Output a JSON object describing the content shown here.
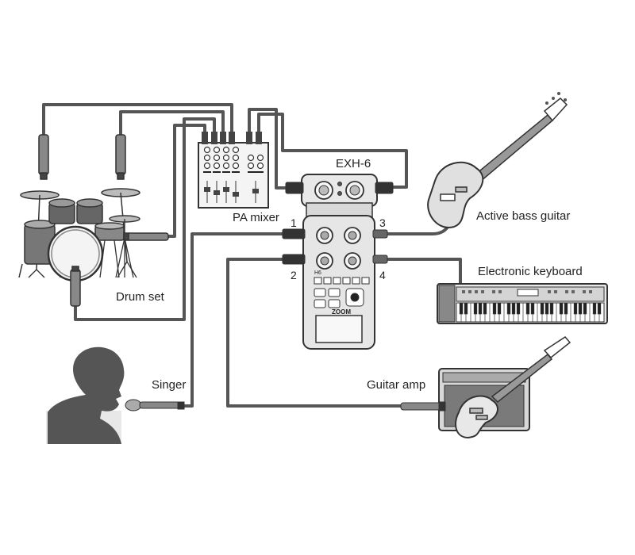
{
  "labels": {
    "exh6": "EXH-6",
    "pa_mixer": "PA mixer",
    "active_bass_guitar": "Active bass guitar",
    "electronic_keyboard": "Electronic keyboard",
    "drum_set": "Drum set",
    "singer": "Singer",
    "guitar_amp": "Guitar amp"
  },
  "inputs": {
    "in1": "1",
    "in2": "2",
    "in3": "3",
    "in4": "4"
  },
  "recorder": {
    "brand": "ZOOM",
    "model": "H6"
  },
  "colors": {
    "cable": "#555555",
    "device": "#e6e6e6",
    "outline": "#333333",
    "silhouette": "#555555"
  }
}
